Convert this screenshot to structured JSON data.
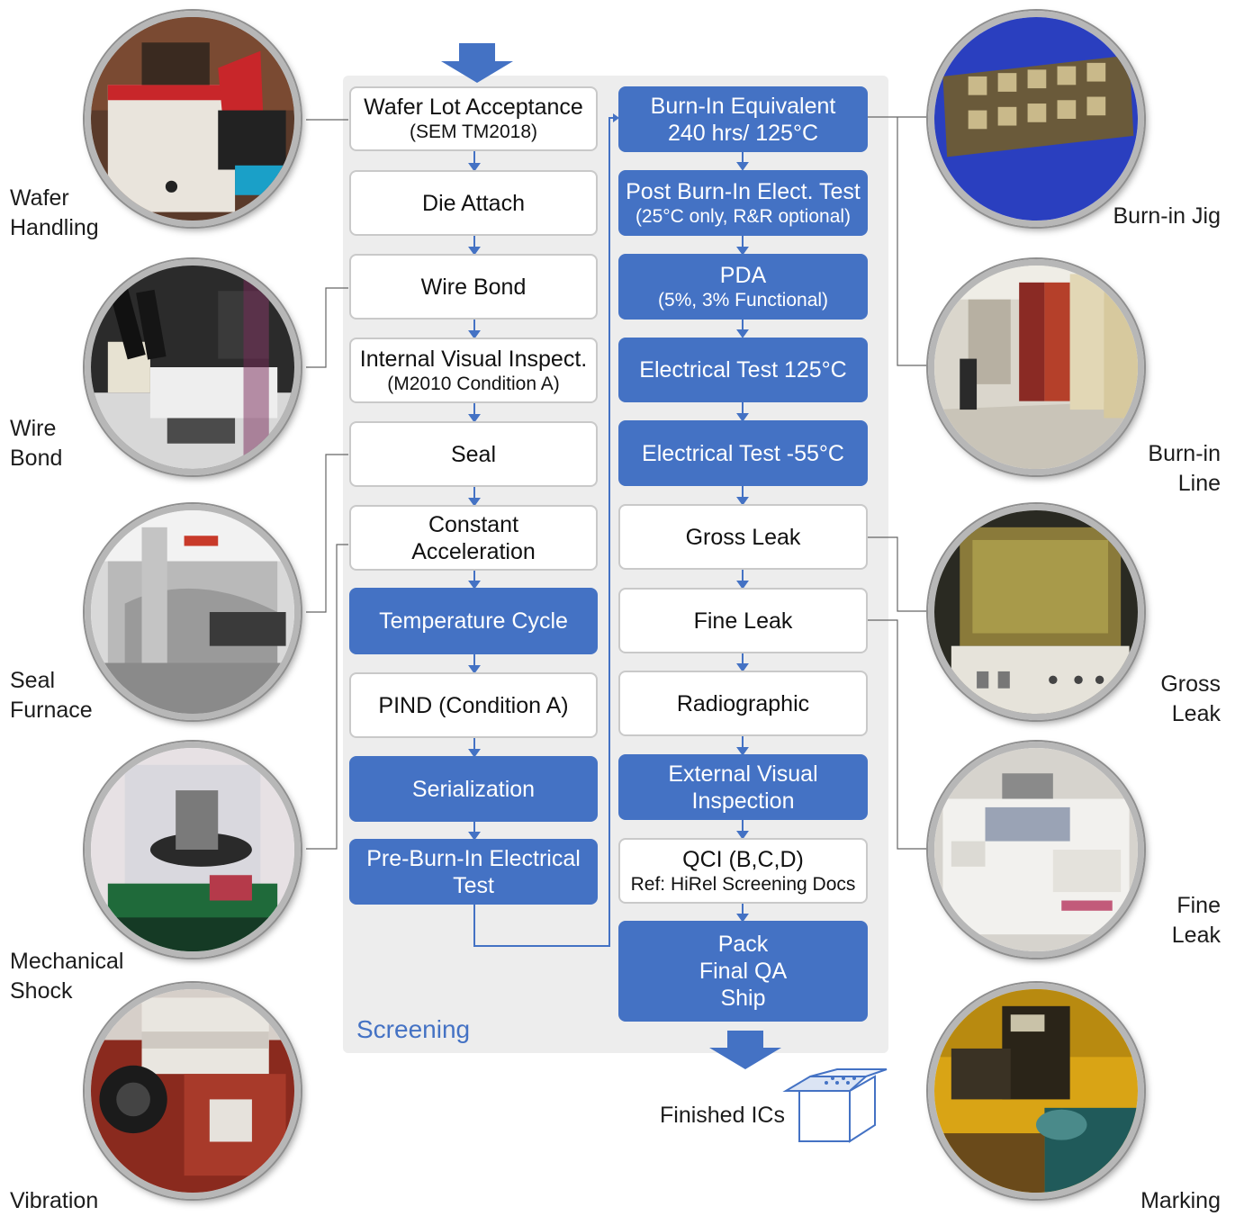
{
  "left_column": [
    {
      "line1": "Wafer Lot Acceptance",
      "line2": "(SEM TM2018)",
      "style": "white"
    },
    {
      "line1": "Die Attach",
      "line2": "",
      "style": "white"
    },
    {
      "line1": "Wire Bond",
      "line2": "",
      "style": "white"
    },
    {
      "line1": "Internal Visual Inspect.",
      "line2": "(M2010 Condition A)",
      "style": "white"
    },
    {
      "line1": "Seal",
      "line2": "",
      "style": "white"
    },
    {
      "line1": "Constant",
      "line2": "Acceleration",
      "style": "white"
    },
    {
      "line1": "Temperature Cycle",
      "line2": "",
      "style": "blue"
    },
    {
      "line1": "PIND (Condition A)",
      "line2": "",
      "style": "white"
    },
    {
      "line1": "Serialization",
      "line2": "",
      "style": "blue"
    },
    {
      "line1": "Pre-Burn-In Electrical",
      "line2": "Test",
      "style": "blue"
    }
  ],
  "right_column": [
    {
      "line1": "Burn-In Equivalent",
      "line2": "240 hrs/ 125°C",
      "style": "blue"
    },
    {
      "line1": "Post Burn-In Elect. Test",
      "line2": "(25°C only, R&R optional)",
      "style": "blue"
    },
    {
      "line1": "PDA",
      "line2": "(5%, 3% Functional)",
      "style": "blue"
    },
    {
      "line1": "Electrical Test 125°C",
      "line2": "",
      "style": "blue"
    },
    {
      "line1": "Electrical Test -55°C",
      "line2": "",
      "style": "blue"
    },
    {
      "line1": "Gross Leak",
      "line2": "",
      "style": "white"
    },
    {
      "line1": "Fine Leak",
      "line2": "",
      "style": "white"
    },
    {
      "line1": "Radiographic",
      "line2": "",
      "style": "white"
    },
    {
      "line1": "External Visual",
      "line2": "Inspection",
      "style": "blue"
    },
    {
      "line1": "QCI (B,C,D)",
      "line2": "Ref: HiRel Screening Docs",
      "style": "white"
    },
    {
      "line1": "Pack",
      "line2": "Final QA",
      "line3": "Ship",
      "style": "blue"
    }
  ],
  "screening_label": "Screening",
  "finished_label": "Finished ICs",
  "photos_left": [
    {
      "label": "Wafer\nHandling",
      "icon": "wafer-handling-photo"
    },
    {
      "label": "Wire\nBond",
      "icon": "wire-bond-photo"
    },
    {
      "label": "Seal\nFurnace",
      "icon": "seal-furnace-photo"
    },
    {
      "label": "Mechanical\nShock",
      "icon": "mechanical-shock-photo"
    },
    {
      "label": "Vibration",
      "icon": "vibration-photo"
    }
  ],
  "photos_right": [
    {
      "label": "Burn-in Jig",
      "icon": "burn-in-jig-photo"
    },
    {
      "label": "Burn-in\nLine",
      "icon": "burn-in-line-photo"
    },
    {
      "label": "Gross\nLeak",
      "icon": "gross-leak-photo"
    },
    {
      "label": "Fine\nLeak",
      "icon": "fine-leak-photo"
    },
    {
      "label": "Marking",
      "icon": "marking-photo"
    }
  ],
  "colors": {
    "accent": "#4472c4",
    "panel": "#ededed",
    "box_border": "#c9c9c9"
  }
}
